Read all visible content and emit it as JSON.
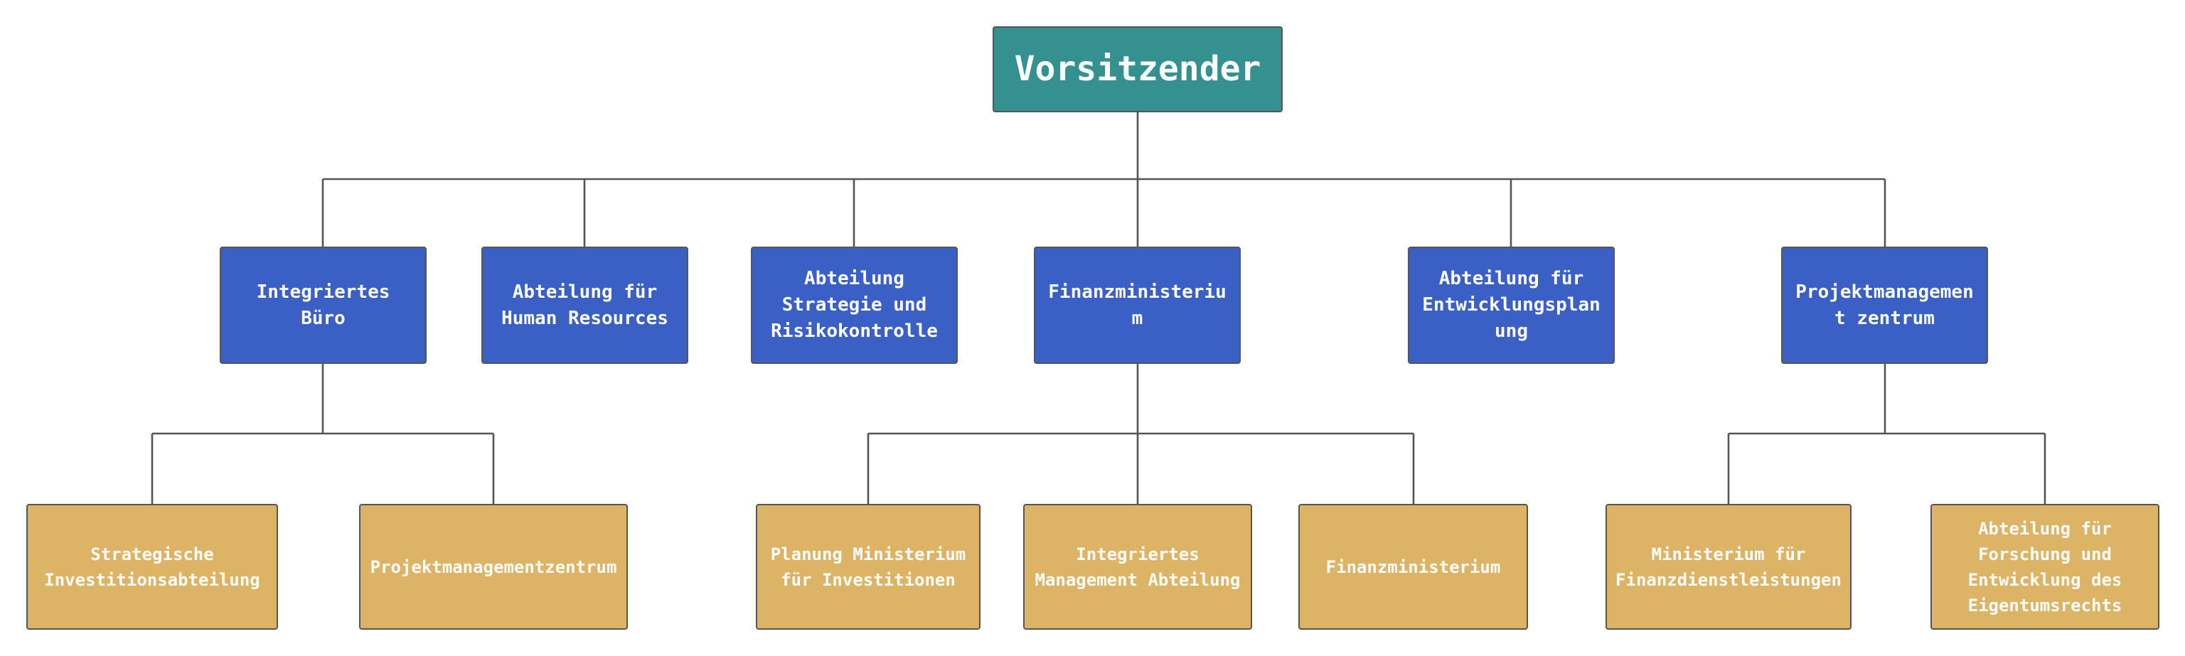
{
  "colors": {
    "root": "#359090",
    "department": "#3a5fc5",
    "sub_department": "#ddb366",
    "connector": "#555555",
    "text": "#ffffff"
  },
  "root": {
    "label": "Vorsitzender"
  },
  "departments": [
    {
      "label": "Integriertes Büro"
    },
    {
      "label": "Abteilung für Human Resources"
    },
    {
      "label": "Abteilung Strategie und Risikokontrolle"
    },
    {
      "label": "Finanzministerium"
    },
    {
      "label": "Abteilung für Entwicklungsplanung"
    },
    {
      "label": "Projektmanagement zentrum"
    }
  ],
  "sub_departments": [
    {
      "parent": "Integriertes Büro",
      "label": "Strategische Investitionsabteilung"
    },
    {
      "parent": "Integriertes Büro",
      "label": "Projektmanagementzentrum"
    },
    {
      "parent": "Finanzministerium",
      "label": "Planung Ministerium für Investitionen"
    },
    {
      "parent": "Finanzministerium",
      "label": "Integriertes Management Abteilung"
    },
    {
      "parent": "Finanzministerium",
      "label": "Finanzministerium"
    },
    {
      "parent": "Projektmanagement zentrum",
      "label": "Ministerium für Finanzdienstleistungen"
    },
    {
      "parent": "Projektmanagement zentrum",
      "label": "Abteilung für Forschung und Entwicklung des Eigentumsrechts"
    }
  ]
}
